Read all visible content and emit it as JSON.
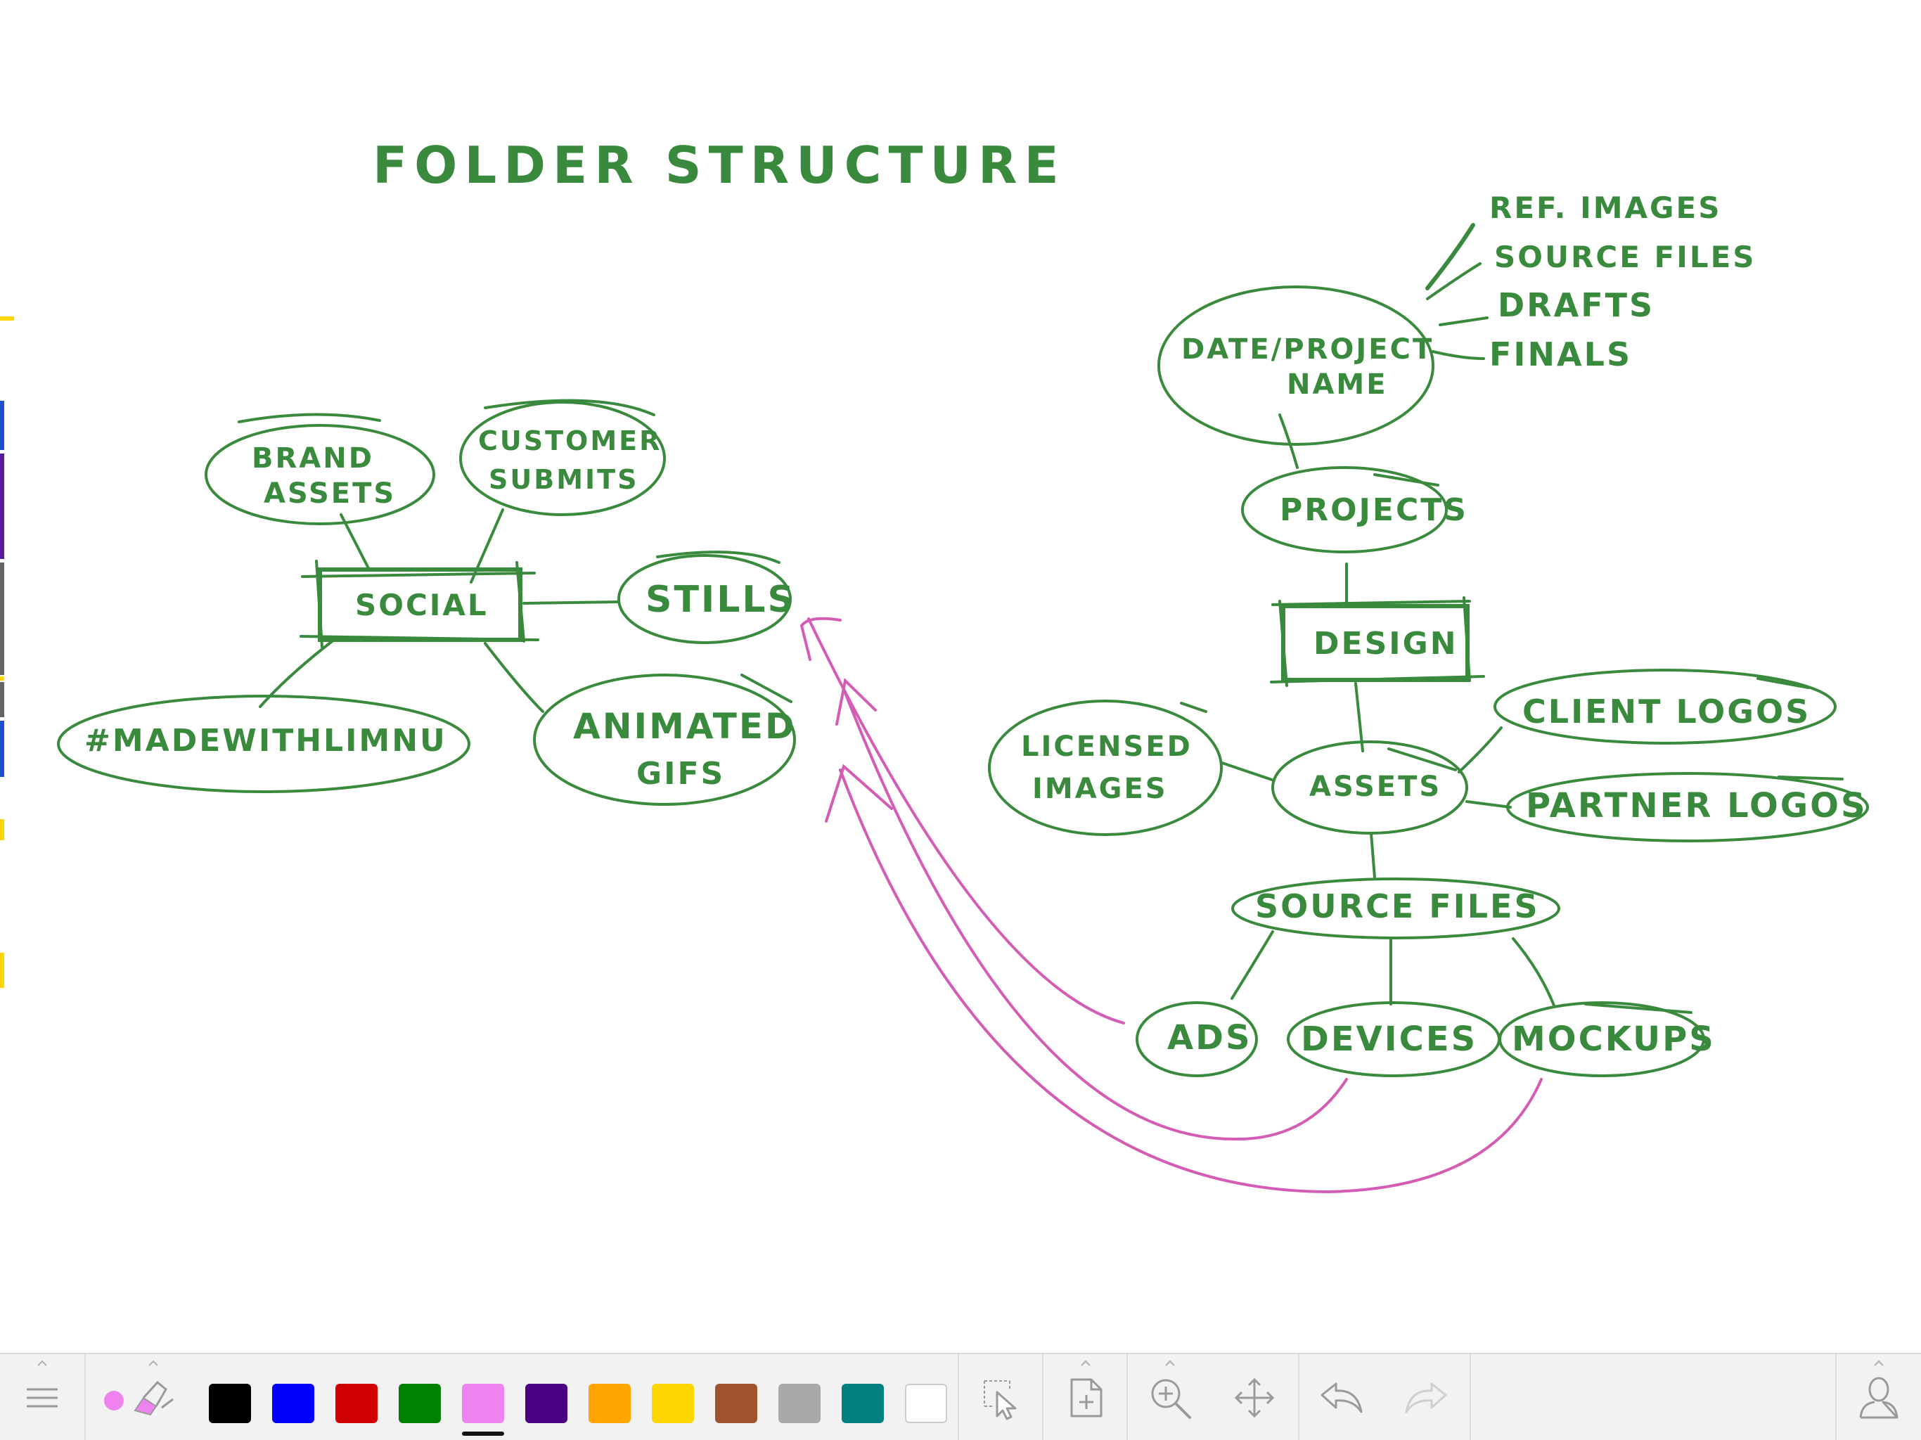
{
  "board": {
    "title": "FOLDER STRUCTURE",
    "nodes": {
      "social": "SOCIAL",
      "brand_assets": [
        "BRAND",
        "ASSETS"
      ],
      "customer_submits": [
        "CUSTOMER",
        "SUBMITS"
      ],
      "stills": "STILLS",
      "made_with_limnu": "#MADEWITHLIMNU",
      "animated_gifs": [
        "ANIMATED",
        "GIFS"
      ],
      "design": "DESIGN",
      "projects": "PROJECTS",
      "date_project_name": [
        "DATE/PROJECT",
        "NAME"
      ],
      "ref_images": "REF. IMAGES",
      "source_files_sub": "SOURCE FILES",
      "drafts": "DRAFTS",
      "finals": "FINALS",
      "assets": "ASSETS",
      "licensed_images": [
        "LICENSED",
        "IMAGES"
      ],
      "client_logos": "CLIENT LOGOS",
      "partner_logos": "PARTNER LOGOS",
      "source_files": "SOURCE FILES",
      "ads": "ADS",
      "devices": "DEVICES",
      "mockups": "MOCKUPS"
    }
  },
  "colors": {
    "ink_green": "#3a8a3e",
    "ink_pink": "#d45cb4",
    "toolbar_bg": "#f2f2f2"
  },
  "toolbar": {
    "icons": {
      "menu": "menu-icon",
      "pen": "pen-eraser-icon",
      "select": "select-pointer-icon",
      "add_page": "add-page-icon",
      "zoom": "zoom-in-icon",
      "pan": "pan-move-icon",
      "undo": "undo-icon",
      "redo": "redo-icon",
      "user": "user-icon"
    },
    "current_pen_color": "#ee82ee",
    "selected_swatch": "violet",
    "swatches": [
      {
        "name": "black",
        "color": "#000000"
      },
      {
        "name": "blue",
        "color": "#0000ff"
      },
      {
        "name": "red",
        "color": "#d00000"
      },
      {
        "name": "green",
        "color": "#008000"
      },
      {
        "name": "violet",
        "color": "#ee82ee"
      },
      {
        "name": "indigo",
        "color": "#4b0082"
      },
      {
        "name": "orange",
        "color": "#ffa500"
      },
      {
        "name": "gold",
        "color": "#ffd700"
      },
      {
        "name": "sienna",
        "color": "#a0522d"
      },
      {
        "name": "gray",
        "color": "#a9a9a9"
      },
      {
        "name": "teal",
        "color": "#008080"
      },
      {
        "name": "white",
        "color": "#ffffff"
      }
    ]
  }
}
